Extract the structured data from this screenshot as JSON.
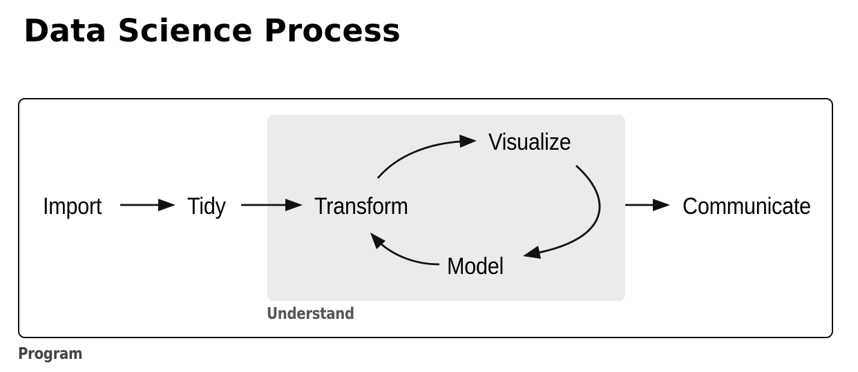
{
  "title": "Data Science Process",
  "nodes": {
    "import": "Import",
    "tidy": "Tidy",
    "transform": "Transform",
    "visualize": "Visualize",
    "model": "Model",
    "communicate": "Communicate"
  },
  "groups": {
    "understand": "Understand",
    "program": "Program"
  },
  "flow": [
    {
      "from": "Import",
      "to": "Tidy"
    },
    {
      "from": "Tidy",
      "to": "Transform"
    },
    {
      "from": "Transform",
      "to": "Visualize"
    },
    {
      "from": "Visualize",
      "to": "Model"
    },
    {
      "from": "Model",
      "to": "Transform"
    },
    {
      "from": "Understand",
      "to": "Communicate"
    }
  ],
  "colors": {
    "understand_fill": "#ebebeb",
    "stroke": "#111111"
  }
}
